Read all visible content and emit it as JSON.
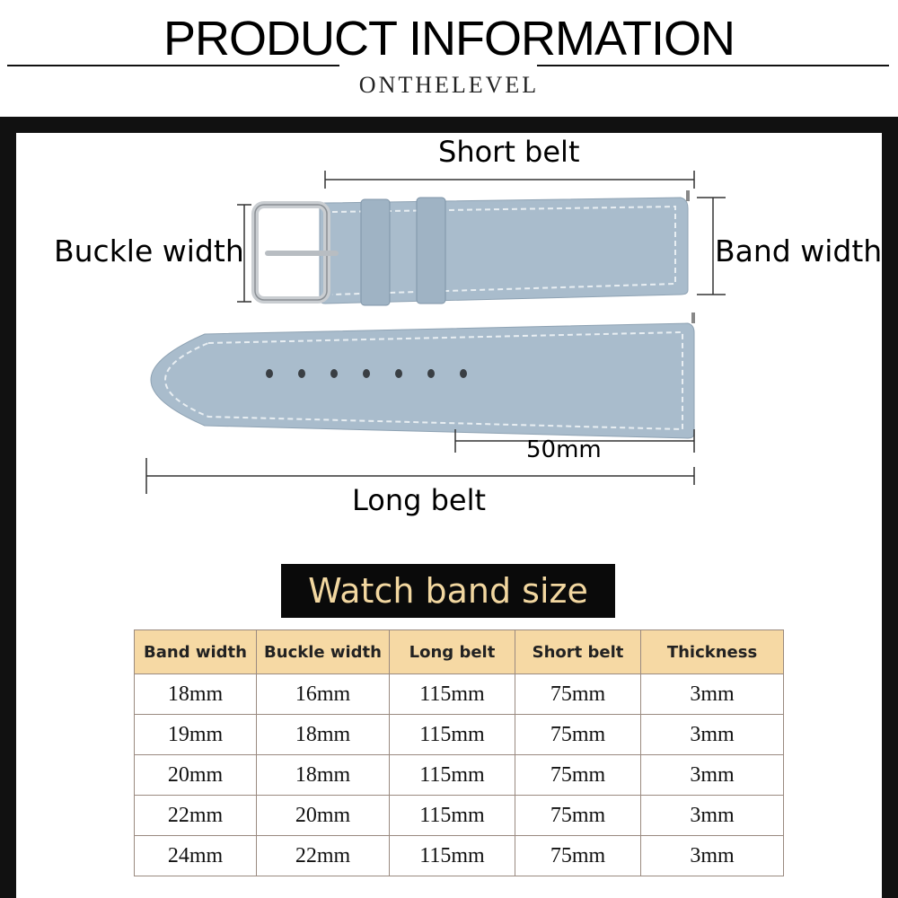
{
  "header": {
    "title": "PRODUCT INFORMATION",
    "brand": "ONTHELEVEL"
  },
  "diagram": {
    "short_belt": "Short belt",
    "buckle_width": "Buckle width",
    "band_width": "Band width",
    "tip_length": "50mm",
    "long_belt": "Long belt",
    "strap_color": "#a9bccc"
  },
  "size_table": {
    "title": "Watch band size",
    "columns": [
      "Band width",
      "Buckle width",
      "Long belt",
      "Short belt",
      "Thickness"
    ],
    "rows": [
      [
        "18mm",
        "16mm",
        "115mm",
        "75mm",
        "3mm"
      ],
      [
        "19mm",
        "18mm",
        "115mm",
        "75mm",
        "3mm"
      ],
      [
        "20mm",
        "18mm",
        "115mm",
        "75mm",
        "3mm"
      ],
      [
        "22mm",
        "20mm",
        "115mm",
        "75mm",
        "3mm"
      ],
      [
        "24mm",
        "22mm",
        "115mm",
        "75mm",
        "3mm"
      ]
    ]
  }
}
